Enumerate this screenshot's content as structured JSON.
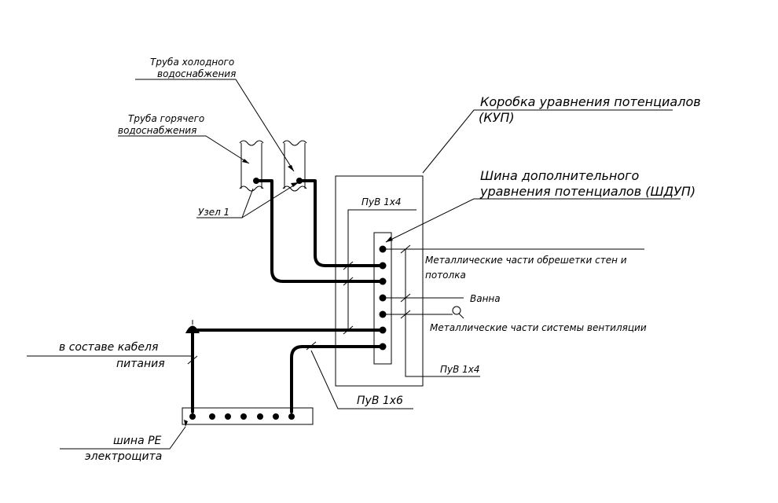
{
  "labels": {
    "cold_pipe_line1": "Труба холодного",
    "cold_pipe_line2": "водоснабжения",
    "hot_pipe_line1": "Труба горячего",
    "hot_pipe_line2": "водоснабжения",
    "node1": "Узел 1",
    "kup_line1": "Коробка уравнения потенциалов",
    "kup_line2": "(КУП)",
    "shdup_line1": "Шина дополнительного",
    "shdup_line2": "уравнения потенциалов (ШДУП)",
    "pv_1x4_top": "ПуВ 1х4",
    "pv_1x4_bottom": "ПуВ 1х4",
    "pv_1x6": "ПуВ 1х6",
    "metal_frame_line1": "Металлические части обрешетки стен и",
    "metal_frame_line2": "потолка",
    "bath": "Ванна",
    "ventilation": "Металлические части системы вентиляции",
    "cable_line1": "в составе кабеля",
    "cable_line2": "питания",
    "pe_bus_line1": "шина РЕ",
    "pe_bus_line2": "электрощита"
  },
  "colors": {
    "line": "#000000",
    "background": "#ffffff"
  }
}
